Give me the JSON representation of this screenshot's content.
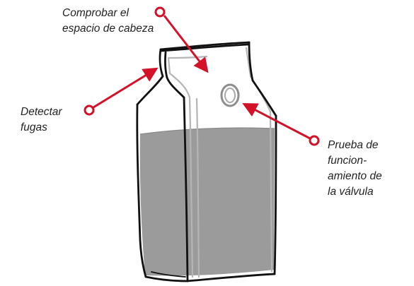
{
  "callouts": {
    "headspace": {
      "lines": [
        "Comprobar el",
        "espacio de cabeza"
      ]
    },
    "leak": {
      "lines": [
        "Detectar",
        "fugas"
      ]
    },
    "valve": {
      "lines": [
        "Prueba de",
        "funcion-",
        "amiento de",
        "la válvula"
      ]
    }
  },
  "colors": {
    "accent": "#d3122a",
    "outline": "#111111",
    "fill": "#9b9b9b",
    "inner_line": "#b5b5b5"
  },
  "icons": {
    "callout_marker": "circle-marker-icon",
    "callout_pointer": "arrow-icon"
  }
}
